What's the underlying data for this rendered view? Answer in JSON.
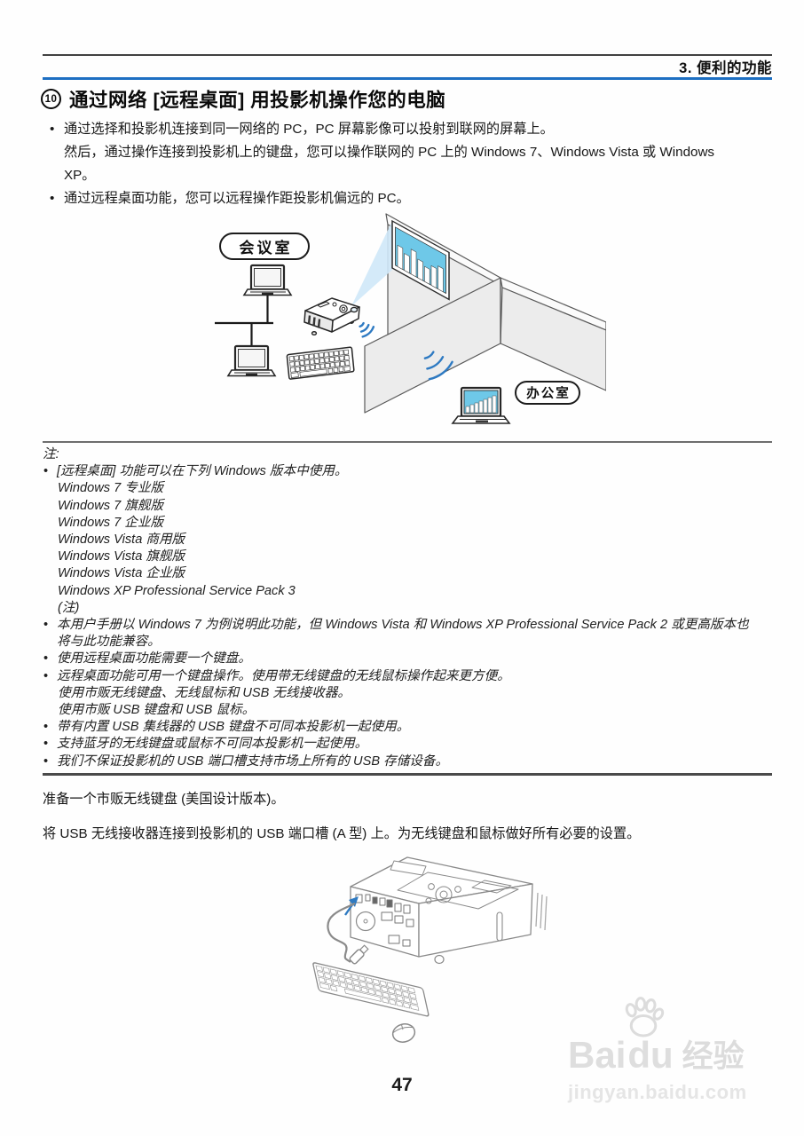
{
  "page": {
    "header": {
      "section_label": "3. 便利的功能"
    },
    "title": {
      "number": "10",
      "text": "通过网络 [远程桌面] 用投影机操作您的电脑"
    },
    "intro_bullets": [
      {
        "lines": [
          "通过选择和投影机连接到同一网络的 PC，PC 屏幕影像可以投射到联网的屏幕上。",
          "然后，通过操作连接到投影机上的键盘，您可以操作联网的 PC 上的 Windows 7、Windows Vista 或 Windows XP。"
        ]
      },
      {
        "lines": [
          "通过远程桌面功能，您可以远程操作距投影机偏远的 PC。"
        ]
      }
    ],
    "diagram_network": {
      "meeting_room_label": "会议室",
      "office_label": "办公室"
    },
    "note": {
      "heading": "注:",
      "items": [
        {
          "text": "[远程桌面] 功能可以在下列 Windows 版本中使用。",
          "sublines": [
            "Windows 7 专业版",
            "Windows 7 旗舰版",
            "Windows 7 企业版",
            "Windows Vista 商用版",
            "Windows Vista 旗舰版",
            "Windows Vista 企业版",
            "Windows XP Professional Service Pack 3",
            "(注)"
          ]
        },
        {
          "text": "本用户手册以 Windows 7 为例说明此功能，但 Windows Vista 和 Windows XP Professional Service Pack 2 或更高版本也将与此功能兼容。"
        },
        {
          "text": "使用远程桌面功能需要一个键盘。"
        },
        {
          "text": "远程桌面功能可用一个键盘操作。使用带无线键盘的无线鼠标操作起来更方便。",
          "sublines": [
            "使用市贩无线键盘、无线鼠标和 USB 无线接收器。",
            "使用市贩 USB 键盘和 USB 鼠标。"
          ]
        },
        {
          "text": "带有内置 USB 集线器的 USB 键盘不可同本投影机一起使用。"
        },
        {
          "text": "支持蓝牙的无线键盘或鼠标不可同本投影机一起使用。"
        },
        {
          "text": "我们不保证投影机的 USB 端口槽支持市场上所有的 USB 存储设备。"
        }
      ]
    },
    "paragraphs": [
      "准备一个市贩无线键盘 (美国设计版本)。",
      "将 USB 无线接收器连接到投影机的 USB 端口槽 (A 型) 上。为无线键盘和鼠标做好所有必要的设置。"
    ],
    "footer": {
      "page_number": "47"
    },
    "watermark": {
      "brand_part1": "Bai",
      "brand_part2": "du",
      "brand_suffix": "经验",
      "url": "jingyan.baidu.com"
    },
    "colors": {
      "accent_line_blue": "#1d6fc2",
      "signal_blue": "#2e7ac2",
      "screen_blue": "#6ec8e8",
      "beam_blue": "#cfe8f8",
      "wall_gray": "#ececec"
    }
  }
}
